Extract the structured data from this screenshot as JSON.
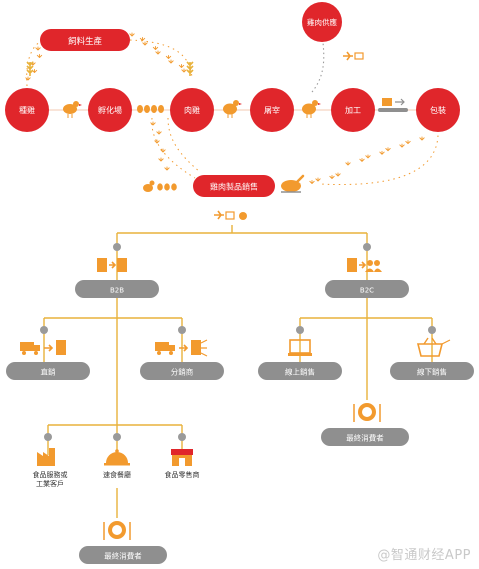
{
  "colors": {
    "red": "#e0262b",
    "orange": "#f29a2e",
    "gold": "#e8b23c",
    "gray": "#8f8f8f",
    "dotgray": "#9a9a9a"
  },
  "top": {
    "feed_production": "飼料生產",
    "chicken_supplier": "雞肉供應",
    "breeding": "種雞",
    "hatchery": "孵化場",
    "broiler": "肉雞",
    "slaughter": "屠宰",
    "processing": "加工",
    "packaging": "包裝",
    "chicken_products_sales": "雞肉製品銷售"
  },
  "middle": {
    "b2b": "B2B",
    "b2c": "B2C"
  },
  "channels": {
    "direct_sales": "直銷",
    "distributors": "分銷商",
    "online_sales": "線上銷售",
    "offline_sales": "線下銷售"
  },
  "customers": {
    "food_service_industrial": "食品服務或工業客戶",
    "fast_food_restaurants": "速食餐廳",
    "food_retailers": "食品零售商"
  },
  "final": {
    "end_consumer_left": "最終消費者",
    "end_consumer_right": "最終消費者"
  },
  "icons": {
    "wheat": "wheat-icon",
    "chicken": "chicken-icon",
    "eggs": "eggs-icon",
    "plane_truck": "plane-truck-icon",
    "conveyor": "conveyor-icon",
    "roast": "roast-chicken-icon",
    "building": "building-icon",
    "people": "people-icon",
    "laptop": "laptop-icon",
    "basket": "basket-icon",
    "plate": "plate-cutlery-icon",
    "factory": "factory-icon",
    "store": "store-icon",
    "cloche": "cloche-icon"
  },
  "watermark": "@智通财经APP"
}
